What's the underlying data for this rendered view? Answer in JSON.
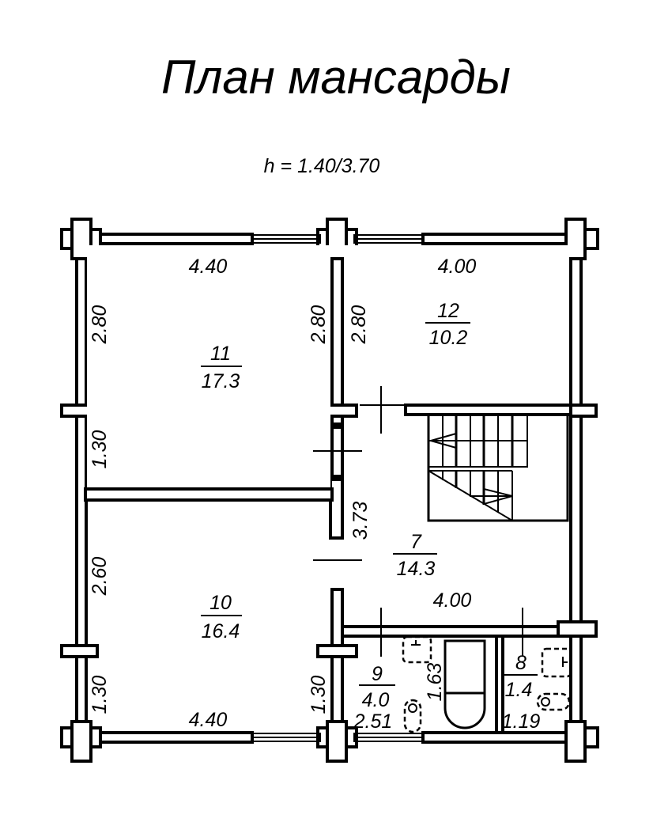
{
  "title": "План мансарды",
  "height_note": "h = 1.40/3.70",
  "rooms": [
    {
      "number": "11",
      "area": "17.3"
    },
    {
      "number": "12",
      "area": "10.2"
    },
    {
      "number": "10",
      "area": "16.4"
    },
    {
      "number": "7",
      "area": "14.3"
    },
    {
      "number": "9",
      "area": "4.0"
    },
    {
      "number": "8",
      "area": "1.4"
    }
  ],
  "dimensions": {
    "room11_width": "4.40",
    "room12_width": "4.00",
    "room11_left_height": "2.80",
    "room11_right_height": "2.80",
    "room12_left_height": "2.80",
    "left_mid": "1.30",
    "left_lower": "2.60",
    "left_bottom": "1.30",
    "mid_bottom": "1.30",
    "room10_width": "4.40",
    "hall_height": "3.73",
    "hall_width": "4.00",
    "room9_depth": "1.63",
    "room9_width": "2.51",
    "room8_width": "1.19"
  }
}
